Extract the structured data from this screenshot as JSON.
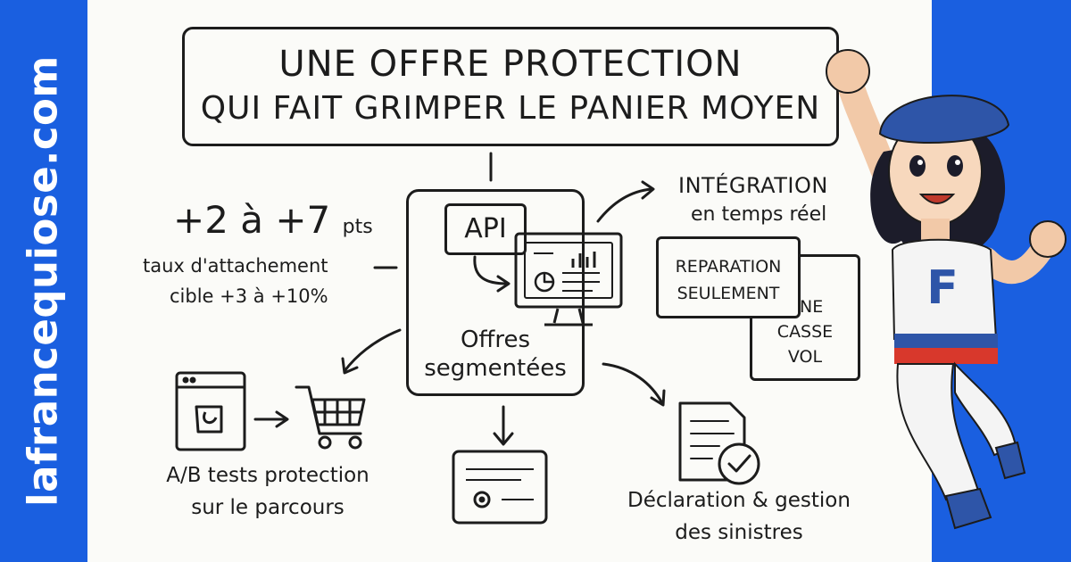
{
  "site": {
    "name": "lafrancequiose.com"
  },
  "title": {
    "line1": "Une offre Protection",
    "line2": "qui fait grimper le panier moyen"
  },
  "kpi": {
    "headline": "+2 à +7",
    "unit": "pts",
    "line1": "taux d'attachement",
    "line2": "cible +3 à +10%"
  },
  "center": {
    "api_label": "API",
    "label_line1": "Offres",
    "label_line2": "segmentées"
  },
  "integration": {
    "line1": "INTÉGRATION",
    "line2": "en temps réel"
  },
  "options": {
    "front_line1": "REPARATION",
    "front_line2": "SEULEMENT",
    "back_line1": "HNE",
    "back_line2": "CASSE",
    "back_line3": "VOL"
  },
  "ab_tests": {
    "line1": "A/B tests protection",
    "line2": "sur le parcours"
  },
  "claims": {
    "line1": "Déclaration & gestion",
    "line2": "des sinistres"
  },
  "mascot": {
    "shirt_letter": "F"
  },
  "colors": {
    "brand_blue": "#1a5fe0",
    "beret_blue": "#2e55a8",
    "stripe_red": "#d8382c",
    "ink": "#1c1c1c",
    "paper": "#fbfbf8"
  }
}
